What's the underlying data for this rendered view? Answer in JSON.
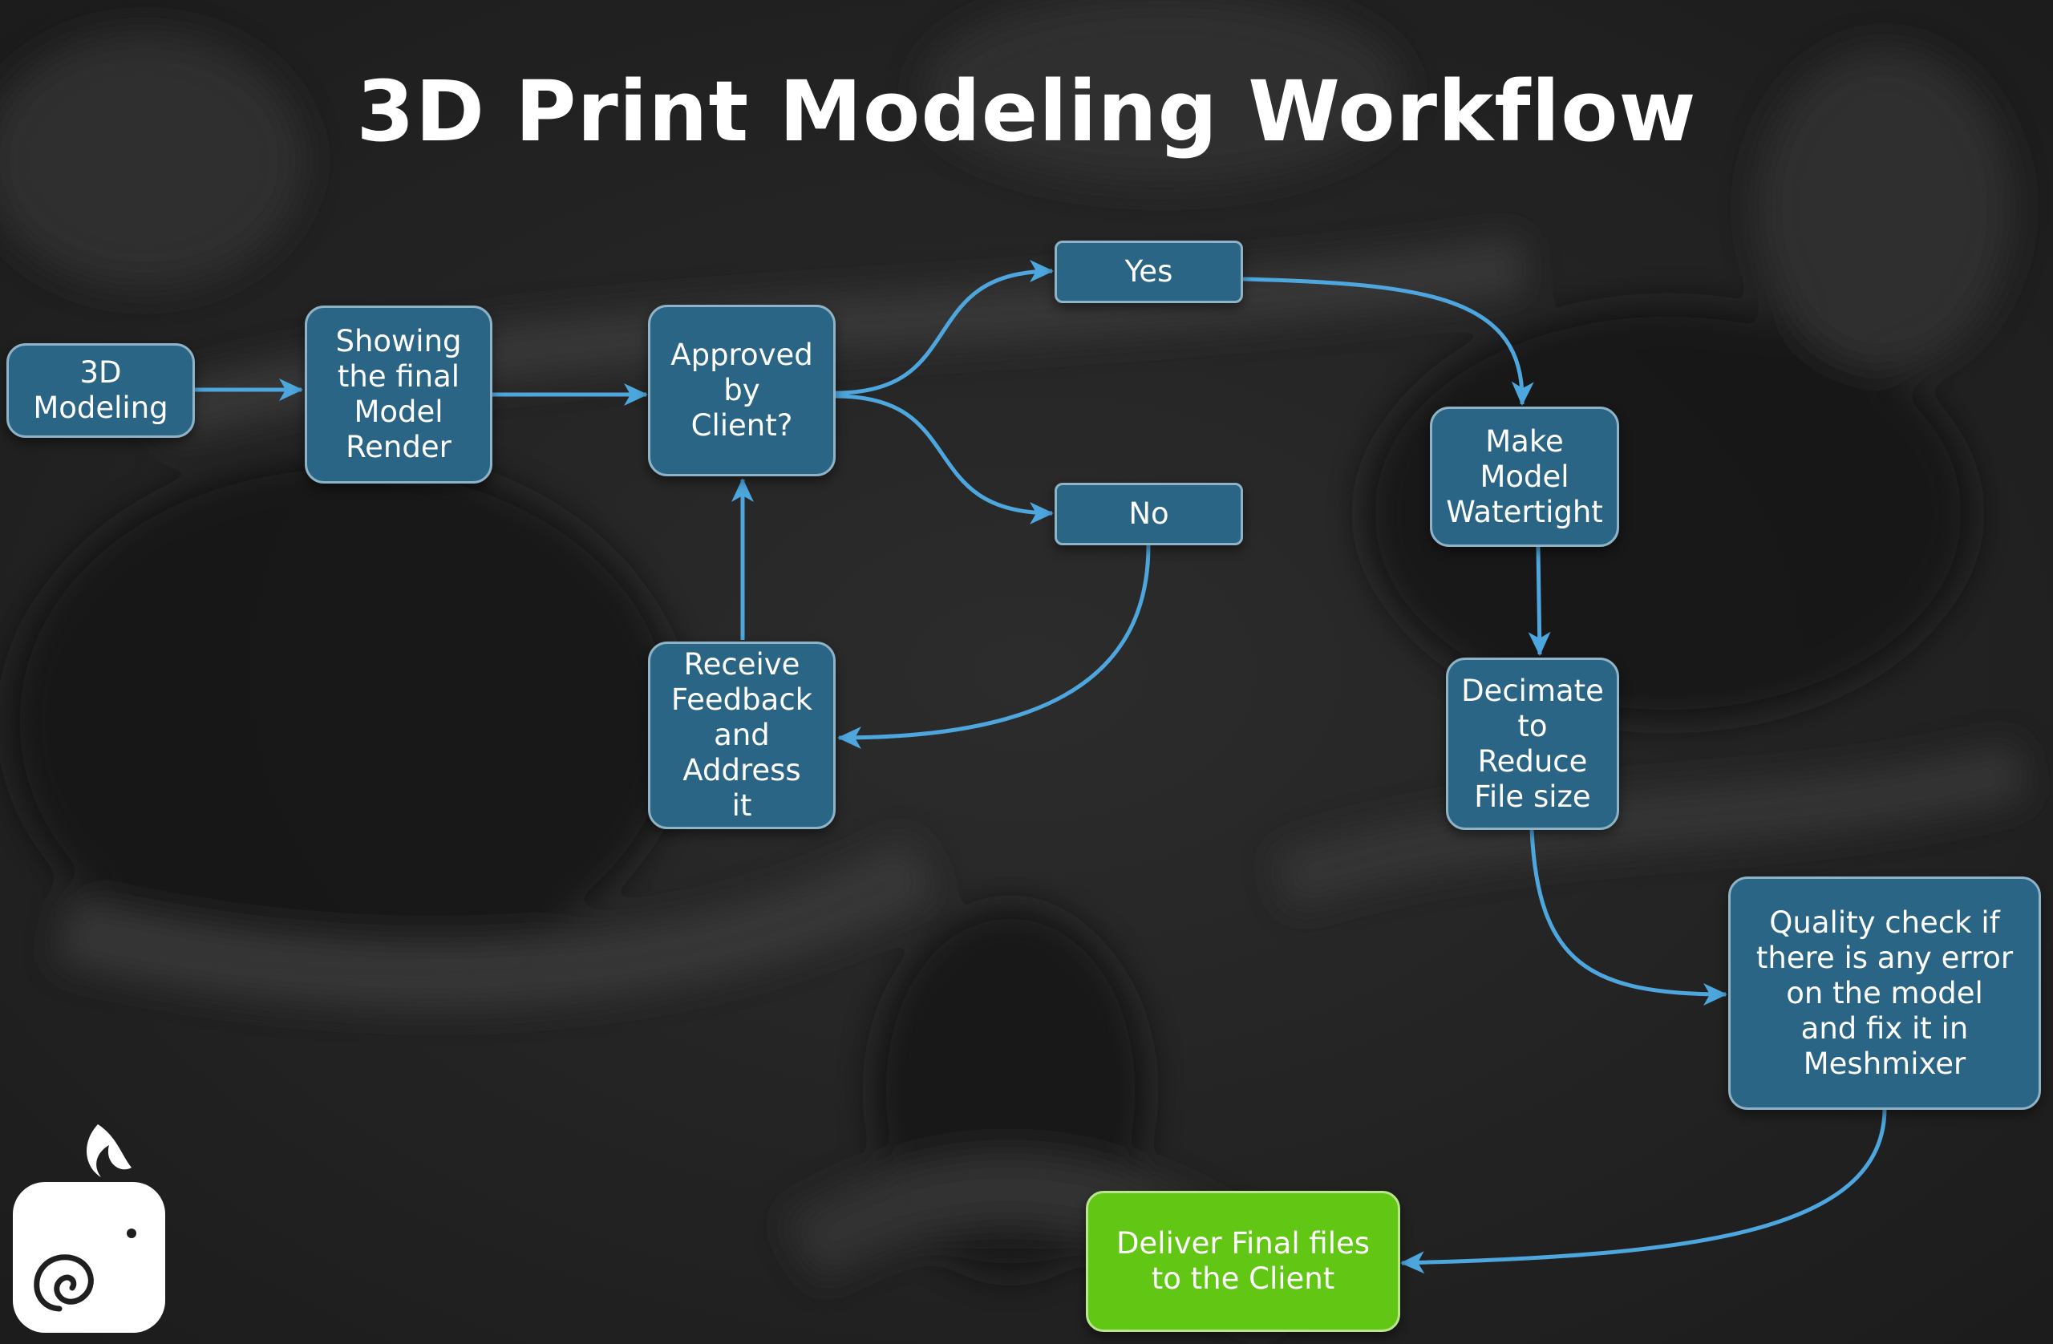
{
  "title": "3D Print Modeling Workflow",
  "colors": {
    "node_fill": "#2a6585",
    "node_border": "#8fb3c6",
    "final_fill": "#62c615",
    "arrow": "#4da6dd",
    "background": "#262626"
  },
  "nodes": {
    "modeling": "3D\nModeling",
    "showing": "Showing\nthe final\nModel\nRender",
    "approved": "Approved\nby\nClient?",
    "yes": "Yes",
    "no": "No",
    "feedback": "Receive\nFeedback\nand\nAddress\nit",
    "watertight": "Make\nModel\nWatertight",
    "decimate": "Decimate\nto\nReduce\nFile size",
    "quality": "Quality check if\nthere is any error\non the model\nand fix it in\nMeshmixer",
    "deliver": "Deliver Final files\nto the Client"
  },
  "edges": [
    {
      "from": "modeling",
      "to": "showing"
    },
    {
      "from": "showing",
      "to": "approved"
    },
    {
      "from": "approved",
      "to": "yes"
    },
    {
      "from": "approved",
      "to": "no"
    },
    {
      "from": "no",
      "to": "feedback"
    },
    {
      "from": "feedback",
      "to": "approved"
    },
    {
      "from": "yes",
      "to": "watertight"
    },
    {
      "from": "watertight",
      "to": "decimate"
    },
    {
      "from": "decimate",
      "to": "quality"
    },
    {
      "from": "quality",
      "to": "deliver"
    }
  ],
  "logo_icon": "snail-icon"
}
